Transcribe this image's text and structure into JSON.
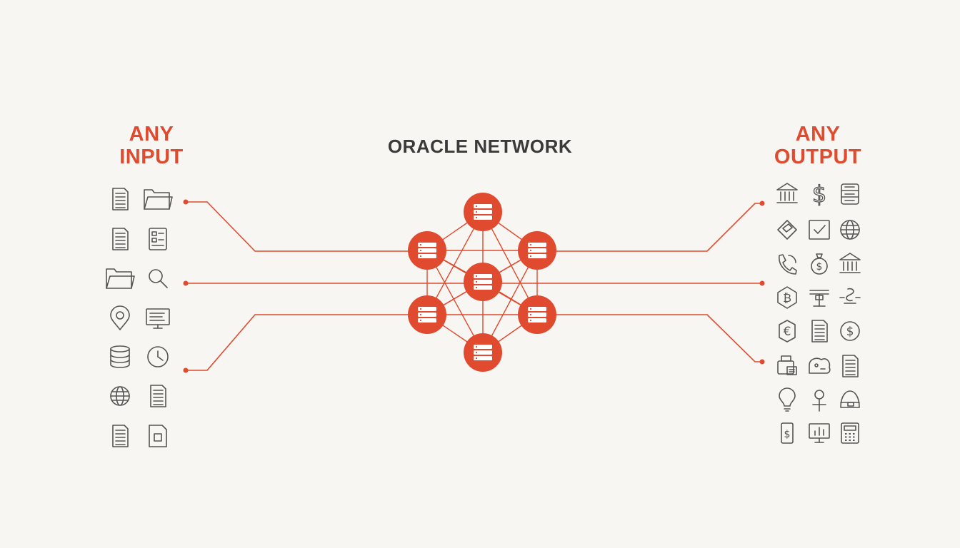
{
  "colors": {
    "accent": "#e04a2f",
    "icon": "#555555",
    "title": "#3a3a3a",
    "background": "#f8f6f2"
  },
  "title": "ORACLE NETWORK",
  "input": {
    "line1": "ANY",
    "line2": "INPUT",
    "icons": [
      "document-icon",
      "folder-icon",
      "document-icon",
      "form-icon",
      "folder-icon",
      "search-icon",
      "location-pin-icon",
      "monitor-icon",
      "database-icon",
      "clock-icon",
      "globe-icon",
      "document-icon",
      "document-icon",
      "file-icon"
    ]
  },
  "output": {
    "line1": "ANY",
    "line2": "OUTPUT",
    "icons": [
      "bank-icon",
      "dollar-icon",
      "server-icon",
      "diamond-icon",
      "checkbox-icon",
      "globe-icon",
      "phone-icon",
      "coin-bag-icon",
      "bank-icon",
      "bitcoin-icon",
      "table-icon",
      "chain-icon",
      "euro-icon",
      "document-icon",
      "dollar-coin-icon",
      "printer-icon",
      "cloud-icon",
      "document-icon",
      "lightbulb-icon",
      "person-icon",
      "bag-icon",
      "phone-dollar-icon",
      "monitor-chart-icon",
      "calculator-icon"
    ]
  }
}
